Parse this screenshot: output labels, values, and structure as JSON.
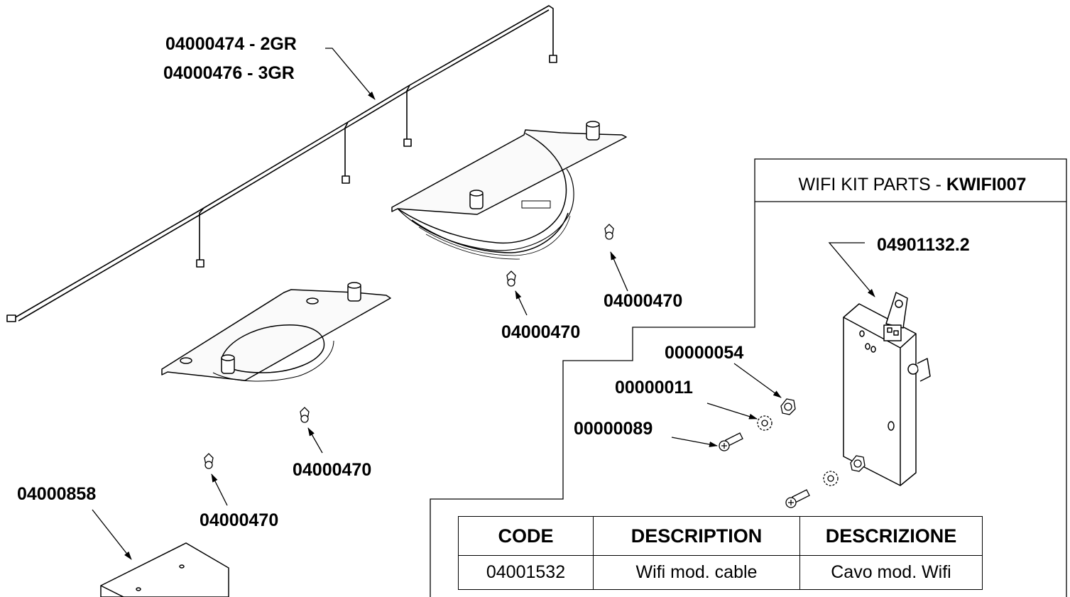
{
  "callouts": {
    "harness_2gr": "04000474 - 2GR",
    "harness_3gr": "04000476 - 3GR",
    "clip_a": "04000470",
    "clip_b": "04000470",
    "clip_c": "04000470",
    "clip_d": "04000470",
    "box": "04000858",
    "wifi_module": "04901132.2",
    "nut": "00000054",
    "washer": "00000011",
    "screw": "00000089"
  },
  "kit": {
    "title_prefix": "WIFI KIT PARTS - ",
    "title_code": "KWIFI007"
  },
  "parts_table": {
    "headers": [
      "CODE",
      "DESCRIPTION",
      "DESCRIZIONE"
    ],
    "rows": [
      [
        "04001532",
        "Wifi mod. cable",
        "Cavo mod. Wifi"
      ]
    ]
  }
}
